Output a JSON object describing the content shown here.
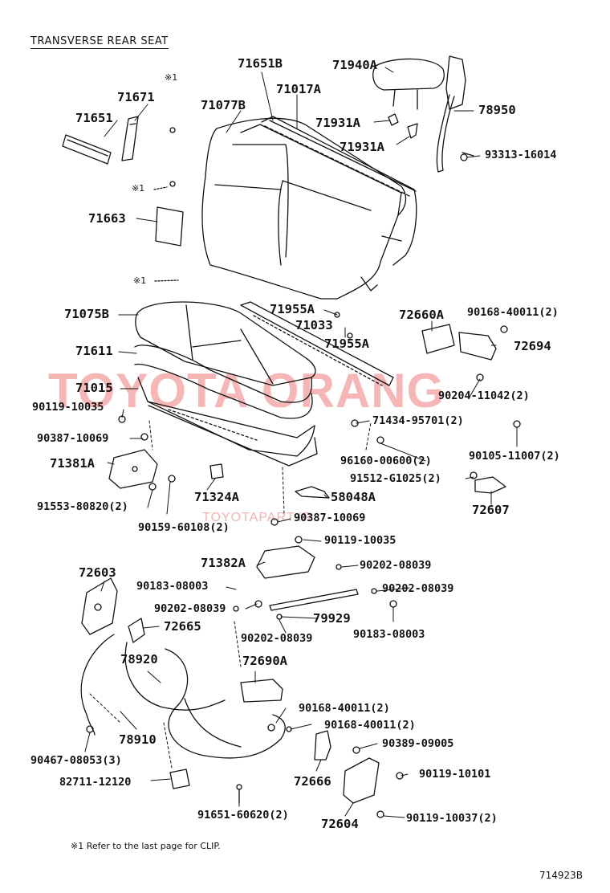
{
  "title": "TRANSVERSE REAR SEAT",
  "footnote": "※1  Refer to the last page for CLIP.",
  "diagram_code": "714923B",
  "watermark": {
    "main": "TOYOTA ORANG",
    "sub": "TOYOTAPART.IR"
  },
  "star_marks": {
    "s1": "※1",
    "s2": "※1",
    "s3": "※1"
  },
  "parts": {
    "p71651B": "71651B",
    "p71940A": "71940A",
    "p71671": "71671",
    "p71017A": "71017A",
    "p71077B": "71077B",
    "p71651": "71651",
    "p71931A_1": "71931A",
    "p78950": "78950",
    "p71931A_2": "71931A",
    "p93313": "93313-16014",
    "p71663": "71663",
    "p71075B": "71075B",
    "p71955A_1": "71955A",
    "p72660A": "72660A",
    "p90168_a": "90168-40011(2)",
    "p71033": "71033",
    "p71955A_2": "71955A",
    "p72694": "72694",
    "p71611": "71611",
    "p71015": "71015",
    "p90204": "90204-11042(2)",
    "p90119_a": "90119-10035",
    "p71434": "71434-95701(2)",
    "p90387_a": "90387-10069",
    "p90105": "90105-11007(2)",
    "p96160": "96160-00600(2)",
    "p71381A": "71381A",
    "p91512": "91512-G1025(2)",
    "p58048A": "58048A",
    "p71324A": "71324A",
    "p91553": "91553-80820(2)",
    "p72607": "72607",
    "p90387_b": "90387-10069",
    "p90159": "90159-60108(2)",
    "p90119_b": "90119-10035",
    "p71382A": "71382A",
    "p90202_a": "90202-08039",
    "p72603": "72603",
    "p90183_a": "90183-08003",
    "p90202_b": "90202-08039",
    "p90202_c": "90202-08039",
    "p79929": "79929",
    "p72665": "72665",
    "p90183_b": "90183-08003",
    "p90202_d": "90202-08039",
    "p78920": "78920",
    "p72690A": "72690A",
    "p90168_b": "90168-40011(2)",
    "p90168_c": "90168-40011(2)",
    "p78910": "78910",
    "p90389": "90389-09005",
    "p90467": "90467-08053(3)",
    "p72666": "72666",
    "p90119_c": "90119-10101",
    "p82711": "82711-12120",
    "p91651": "91651-60620(2)",
    "p72604": "72604",
    "p90119_d": "90119-10037(2)"
  }
}
